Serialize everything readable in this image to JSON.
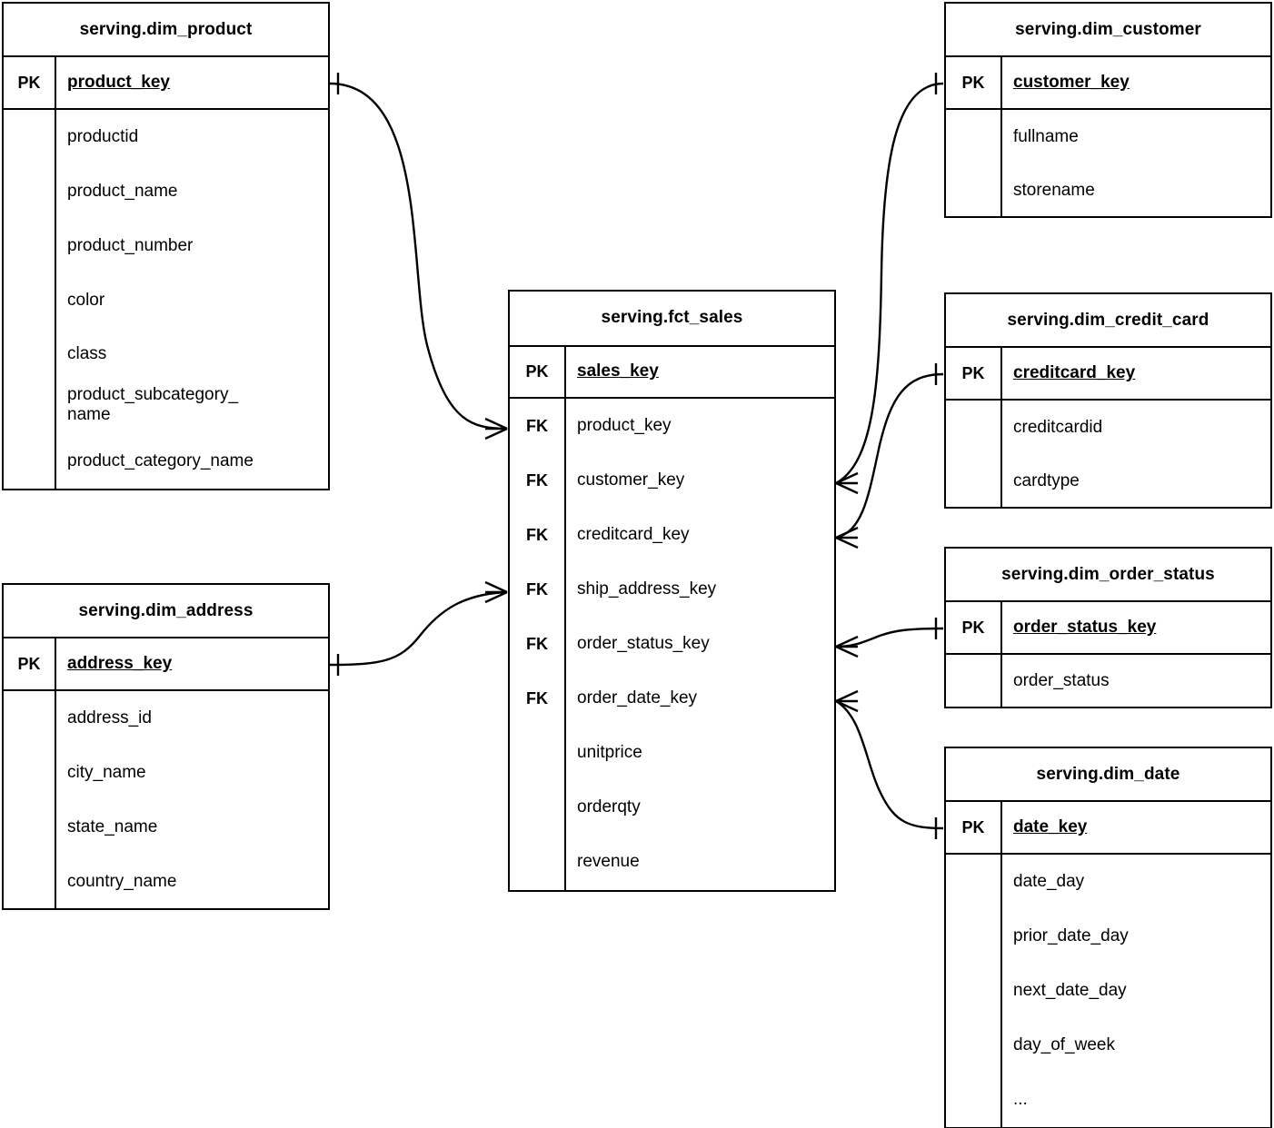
{
  "diagram": {
    "type": "entity-relationship-diagram",
    "notation": "crow's-foot",
    "background": "#ffffff",
    "line_color": "#000000"
  },
  "tables": {
    "dim_product": {
      "title": "serving.dim_product",
      "pk_label": "PK",
      "pk_field": "product_key",
      "attributes": [
        "productid",
        "product_name",
        "product_number",
        "color",
        "class",
        "product_subcategory_\nname",
        "product_category_name"
      ],
      "attributes_flat": [
        "productid",
        "product_name",
        "product_number",
        "color",
        "class",
        "product_subcategory_name",
        "product_category_name"
      ]
    },
    "dim_address": {
      "title": "serving.dim_address",
      "pk_label": "PK",
      "pk_field": "address_key",
      "attributes": [
        "address_id",
        "city_name",
        "state_name",
        "country_name"
      ]
    },
    "fct_sales": {
      "title": "serving.fct_sales",
      "pk_label": "PK",
      "fk_label": "FK",
      "pk_field": "sales_key",
      "foreign_keys": [
        "product_key",
        "customer_key",
        "creditcard_key",
        "ship_address_key",
        "order_status_key",
        "order_date_key"
      ],
      "measures": [
        "unitprice",
        "orderqty",
        "revenue"
      ]
    },
    "dim_customer": {
      "title": "serving.dim_customer",
      "pk_label": "PK",
      "pk_field": "customer_key",
      "attributes": [
        "fullname",
        "storename"
      ]
    },
    "dim_credit_card": {
      "title": "serving.dim_credit_card",
      "pk_label": "PK",
      "pk_field": "creditcard_key",
      "attributes": [
        "creditcardid",
        "cardtype"
      ]
    },
    "dim_order_status": {
      "title": "serving.dim_order_status",
      "pk_label": "PK",
      "pk_field": "order_status_key",
      "attributes": [
        "order_status"
      ]
    },
    "dim_date": {
      "title": "serving.dim_date",
      "pk_label": "PK",
      "pk_field": "date_key",
      "attributes": [
        "date_day",
        "prior_date_day",
        "next_date_day",
        "day_of_week",
        "..."
      ]
    }
  },
  "relationships": [
    {
      "from": "dim_product.product_key",
      "to": "fct_sales.product_key",
      "from_cardinality": "one",
      "to_cardinality": "many"
    },
    {
      "from": "dim_customer.customer_key",
      "to": "fct_sales.customer_key",
      "from_cardinality": "one",
      "to_cardinality": "many"
    },
    {
      "from": "dim_credit_card.creditcard_key",
      "to": "fct_sales.creditcard_key",
      "from_cardinality": "one",
      "to_cardinality": "many"
    },
    {
      "from": "dim_address.address_key",
      "to": "fct_sales.ship_address_key",
      "from_cardinality": "one",
      "to_cardinality": "many"
    },
    {
      "from": "dim_order_status.order_status_key",
      "to": "fct_sales.order_status_key",
      "from_cardinality": "one",
      "to_cardinality": "many"
    },
    {
      "from": "dim_date.date_key",
      "to": "fct_sales.order_date_key",
      "from_cardinality": "one",
      "to_cardinality": "many"
    }
  ]
}
